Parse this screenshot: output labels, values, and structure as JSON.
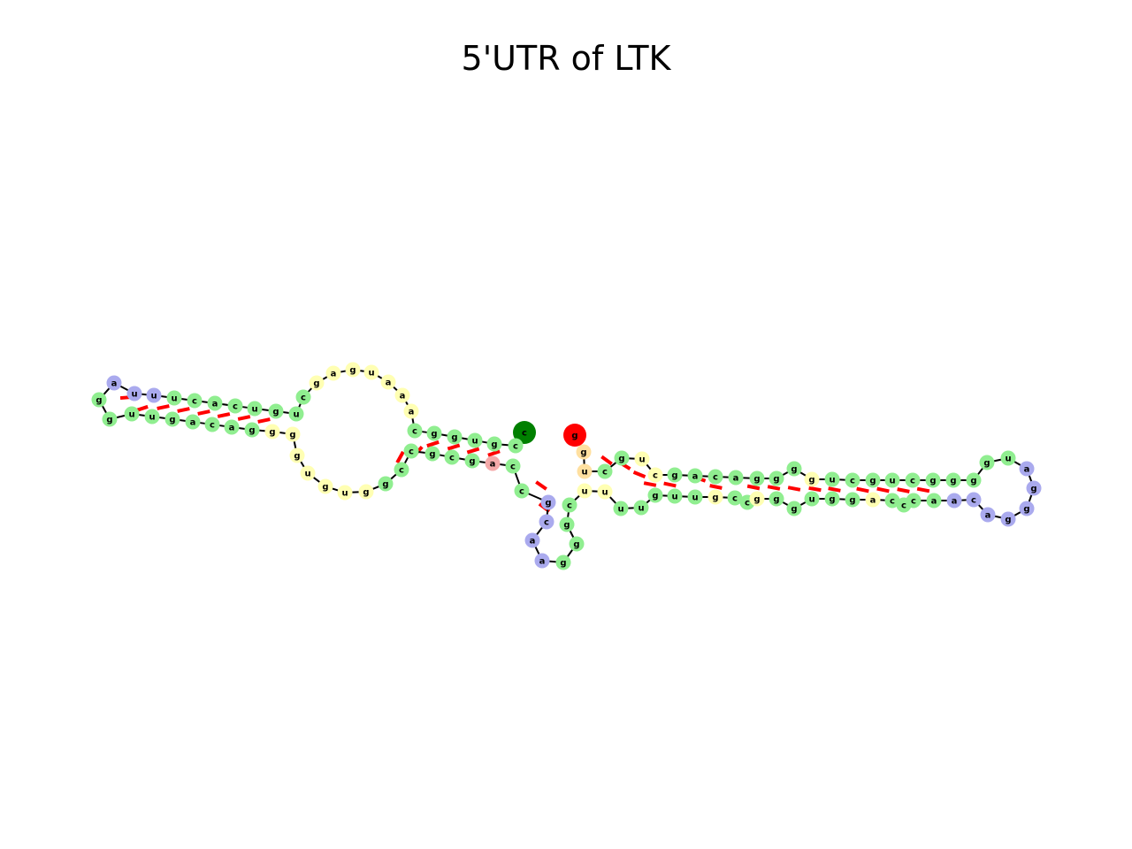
{
  "title": "5'UTR of LTK",
  "colors": {
    "stem": "#90ee90",
    "interior_loop": "#ffffb3",
    "hairpin_loop": "#aaaaee",
    "multiloop": "#f4a9a9",
    "unpaired_3prime": "#ffe0a0",
    "five_prime": "#008000",
    "three_prime": "#ff0000",
    "pair_bond": "#ff0000",
    "backbone": "#000000"
  },
  "nucleotides": [
    {
      "base": "c",
      "type": "five_prime"
    },
    {
      "base": "c",
      "type": "stem"
    },
    {
      "base": "g",
      "type": "stem"
    },
    {
      "base": "u",
      "type": "stem"
    },
    {
      "base": "g",
      "type": "stem"
    },
    {
      "base": "g",
      "type": "stem"
    },
    {
      "base": "c",
      "type": "stem"
    },
    {
      "base": "a",
      "type": "interior_loop"
    },
    {
      "base": "a",
      "type": "interior_loop"
    },
    {
      "base": "a",
      "type": "interior_loop"
    },
    {
      "base": "u",
      "type": "interior_loop"
    },
    {
      "base": "g",
      "type": "interior_loop"
    },
    {
      "base": "a",
      "type": "interior_loop"
    },
    {
      "base": "g",
      "type": "interior_loop"
    },
    {
      "base": "c",
      "type": "stem"
    },
    {
      "base": "u",
      "type": "stem"
    },
    {
      "base": "g",
      "type": "stem"
    },
    {
      "base": "u",
      "type": "stem"
    },
    {
      "base": "c",
      "type": "stem"
    },
    {
      "base": "a",
      "type": "stem"
    },
    {
      "base": "c",
      "type": "stem"
    },
    {
      "base": "u",
      "type": "stem"
    },
    {
      "base": "u",
      "type": "hairpin_loop"
    },
    {
      "base": "u",
      "type": "hairpin_loop"
    },
    {
      "base": "a",
      "type": "hairpin_loop"
    },
    {
      "base": "g",
      "type": "stem"
    },
    {
      "base": "g",
      "type": "stem"
    },
    {
      "base": "u",
      "type": "stem"
    },
    {
      "base": "u",
      "type": "stem"
    },
    {
      "base": "g",
      "type": "stem"
    },
    {
      "base": "a",
      "type": "stem"
    },
    {
      "base": "c",
      "type": "stem"
    },
    {
      "base": "a",
      "type": "stem"
    },
    {
      "base": "g",
      "type": "stem"
    },
    {
      "base": "g",
      "type": "interior_loop"
    },
    {
      "base": "g",
      "type": "interior_loop"
    },
    {
      "base": "g",
      "type": "interior_loop"
    },
    {
      "base": "u",
      "type": "interior_loop"
    },
    {
      "base": "g",
      "type": "interior_loop"
    },
    {
      "base": "u",
      "type": "interior_loop"
    },
    {
      "base": "g",
      "type": "interior_loop"
    },
    {
      "base": "g",
      "type": "stem"
    },
    {
      "base": "c",
      "type": "stem"
    },
    {
      "base": "c",
      "type": "stem"
    },
    {
      "base": "g",
      "type": "stem"
    },
    {
      "base": "c",
      "type": "stem"
    },
    {
      "base": "g",
      "type": "stem"
    },
    {
      "base": "a",
      "type": "multiloop"
    },
    {
      "base": "c",
      "type": "stem"
    },
    {
      "base": "c",
      "type": "stem"
    },
    {
      "base": "g",
      "type": "hairpin_loop"
    },
    {
      "base": "c",
      "type": "hairpin_loop"
    },
    {
      "base": "a",
      "type": "hairpin_loop"
    },
    {
      "base": "a",
      "type": "hairpin_loop"
    },
    {
      "base": "g",
      "type": "stem"
    },
    {
      "base": "g",
      "type": "stem"
    },
    {
      "base": "g",
      "type": "stem"
    },
    {
      "base": "c",
      "type": "stem"
    },
    {
      "base": "u",
      "type": "interior_loop"
    },
    {
      "base": "u",
      "type": "interior_loop"
    },
    {
      "base": "u",
      "type": "stem"
    },
    {
      "base": "u",
      "type": "stem"
    },
    {
      "base": "g",
      "type": "stem"
    },
    {
      "base": "u",
      "type": "stem"
    },
    {
      "base": "u",
      "type": "stem"
    },
    {
      "base": "g",
      "type": "interior_loop"
    },
    {
      "base": "c",
      "type": "stem"
    },
    {
      "base": "c",
      "type": "stem"
    },
    {
      "base": "g",
      "type": "interior_loop"
    },
    {
      "base": "g",
      "type": "stem"
    },
    {
      "base": "g",
      "type": "stem"
    },
    {
      "base": "u",
      "type": "stem"
    },
    {
      "base": "g",
      "type": "stem"
    },
    {
      "base": "g",
      "type": "stem"
    },
    {
      "base": "a",
      "type": "interior_loop"
    },
    {
      "base": "c",
      "type": "stem"
    },
    {
      "base": "c",
      "type": "stem"
    },
    {
      "base": "c",
      "type": "stem"
    },
    {
      "base": "a",
      "type": "stem"
    },
    {
      "base": "a",
      "type": "hairpin_loop"
    },
    {
      "base": "c",
      "type": "hairpin_loop"
    },
    {
      "base": "a",
      "type": "hairpin_loop"
    },
    {
      "base": "g",
      "type": "hairpin_loop"
    },
    {
      "base": "g",
      "type": "hairpin_loop"
    },
    {
      "base": "g",
      "type": "hairpin_loop"
    },
    {
      "base": "a",
      "type": "hairpin_loop"
    },
    {
      "base": "u",
      "type": "stem"
    },
    {
      "base": "g",
      "type": "stem"
    },
    {
      "base": "g",
      "type": "stem"
    },
    {
      "base": "g",
      "type": "stem"
    },
    {
      "base": "g",
      "type": "stem"
    },
    {
      "base": "c",
      "type": "stem"
    },
    {
      "base": "u",
      "type": "stem"
    },
    {
      "base": "g",
      "type": "stem"
    },
    {
      "base": "c",
      "type": "stem"
    },
    {
      "base": "u",
      "type": "stem"
    },
    {
      "base": "g",
      "type": "interior_loop"
    },
    {
      "base": "g",
      "type": "stem"
    },
    {
      "base": "g",
      "type": "stem"
    },
    {
      "base": "g",
      "type": "stem"
    },
    {
      "base": "a",
      "type": "stem"
    },
    {
      "base": "c",
      "type": "stem"
    },
    {
      "base": "a",
      "type": "stem"
    },
    {
      "base": "g",
      "type": "stem"
    },
    {
      "base": "c",
      "type": "interior_loop"
    },
    {
      "base": "u",
      "type": "interior_loop"
    },
    {
      "base": "g",
      "type": "stem"
    },
    {
      "base": "c",
      "type": "stem"
    },
    {
      "base": "u",
      "type": "unpaired_3prime"
    },
    {
      "base": "g",
      "type": "unpaired_3prime"
    },
    {
      "base": "g",
      "type": "three_prime"
    }
  ],
  "pairs": [
    [
      1,
      46
    ],
    [
      2,
      45
    ],
    [
      3,
      44
    ],
    [
      4,
      43
    ],
    [
      5,
      42
    ],
    [
      6,
      41
    ],
    [
      14,
      33
    ],
    [
      15,
      32
    ],
    [
      16,
      31
    ],
    [
      17,
      30
    ],
    [
      18,
      29
    ],
    [
      19,
      28
    ],
    [
      20,
      27
    ],
    [
      21,
      26
    ],
    [
      22,
      25
    ],
    [
      48,
      57
    ],
    [
      49,
      56
    ],
    [
      58,
      115
    ],
    [
      59,
      114
    ],
    [
      62,
      111
    ],
    [
      63,
      110
    ],
    [
      64,
      109
    ],
    [
      65,
      108
    ],
    [
      66,
      107
    ],
    [
      68,
      105
    ],
    [
      69,
      104
    ],
    [
      71,
      102
    ],
    [
      72,
      101
    ],
    [
      73,
      100
    ],
    [
      74,
      99
    ],
    [
      75,
      98
    ],
    [
      77,
      96
    ],
    [
      78,
      95
    ],
    [
      79,
      94
    ],
    [
      80,
      93
    ]
  ]
}
